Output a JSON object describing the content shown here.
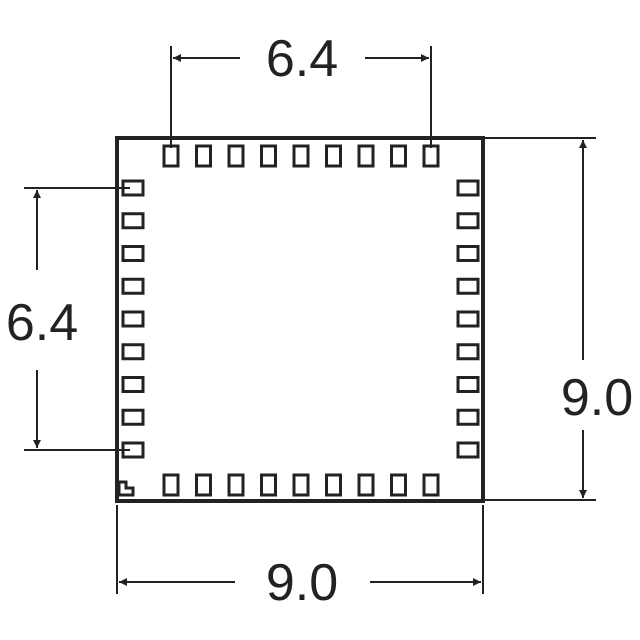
{
  "dimensions": {
    "top_pitch_span": "6.4",
    "left_pitch_span": "6.4",
    "body_width": "9.0",
    "body_height": "9.0"
  },
  "package": {
    "pads_top": 9,
    "pads_bottom": 9,
    "pads_left": 9,
    "pads_right": 9
  },
  "colors": {
    "ink": "#222222",
    "background": "#ffffff"
  }
}
